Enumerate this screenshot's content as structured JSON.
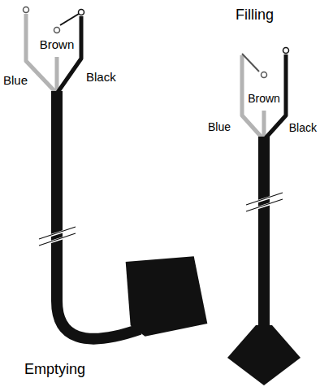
{
  "diagram": {
    "labels": [
      "Filling",
      "Blue",
      "Brown",
      "Black",
      "Blue",
      "Brown",
      "Black",
      "Emptying"
    ]
  }
}
